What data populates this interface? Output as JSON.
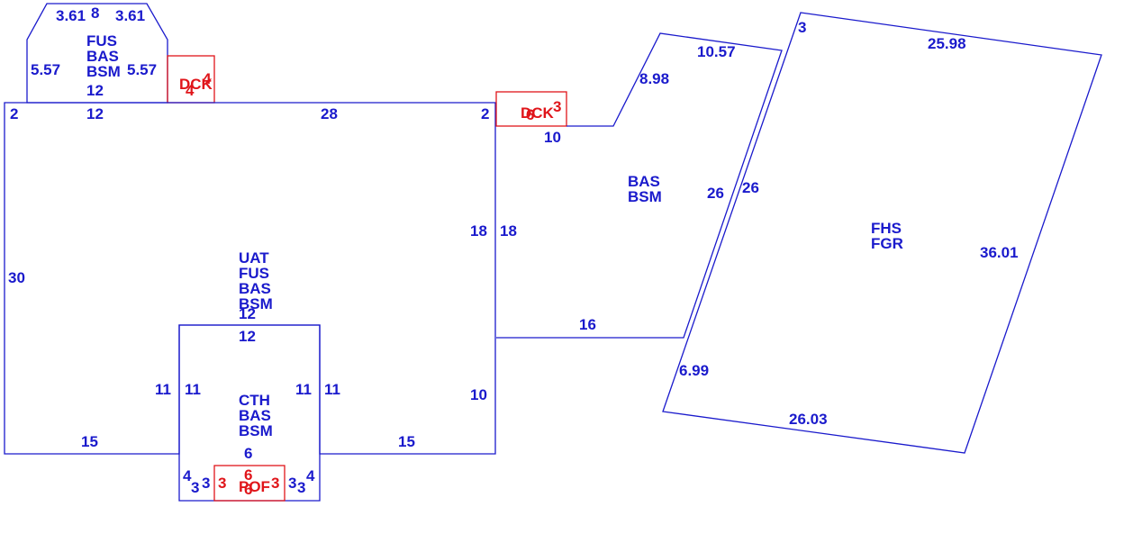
{
  "colors": {
    "outline": "#1a1acc",
    "deck": "#e0151a"
  },
  "sections": {
    "upper_fus": {
      "codes": [
        "FUS",
        "BAS",
        "BSM"
      ],
      "dims": {
        "top": "8",
        "top_left_slope": "3.61",
        "top_right_slope": "3.61",
        "left": "5.57",
        "right": "5.57",
        "bottom": "12"
      }
    },
    "deck_top": {
      "code": "DCK",
      "dims": {
        "a": "4",
        "b": "4"
      }
    },
    "main": {
      "codes": [
        "UAT",
        "FUS",
        "BAS",
        "BSM"
      ],
      "dims": {
        "top_left": "2",
        "top_mid": "12",
        "top": "28",
        "top_right": "2",
        "left": "30",
        "right": "18",
        "bottom_left": "15",
        "bottom_right": "15",
        "right_lower": "10",
        "notch_top": "12"
      }
    },
    "deck_right": {
      "code": "DCK",
      "dims": {
        "a": "6",
        "b": "3",
        "bottom": "10"
      }
    },
    "east_wing": {
      "codes": [
        "BAS",
        "BSM"
      ],
      "dims": {
        "top_slope": "8.98",
        "top": "10.57",
        "left": "18",
        "right": "26",
        "bottom": "16"
      }
    },
    "garage": {
      "codes": [
        "FHS",
        "FGR"
      ],
      "dims": {
        "top_short": "3",
        "top": "25.98",
        "right": "36.01",
        "left": "26",
        "left_lower": "6.99",
        "bottom": "26.03"
      }
    },
    "cathedral": {
      "codes": [
        "CTH",
        "BAS",
        "BSM"
      ],
      "dims": {
        "top": "12",
        "left_out": "11",
        "left_in": "11",
        "right_in": "11",
        "right_out": "11",
        "bottom": "6",
        "step_left_a": "4",
        "step_left_b": "3",
        "step_left_c": "3",
        "step_right_a": "3",
        "step_right_b": "3",
        "step_right_c": "4"
      }
    },
    "porch": {
      "code": "POF",
      "dims": {
        "top": "6",
        "bottom": "6",
        "left": "3",
        "right": "3"
      }
    }
  }
}
